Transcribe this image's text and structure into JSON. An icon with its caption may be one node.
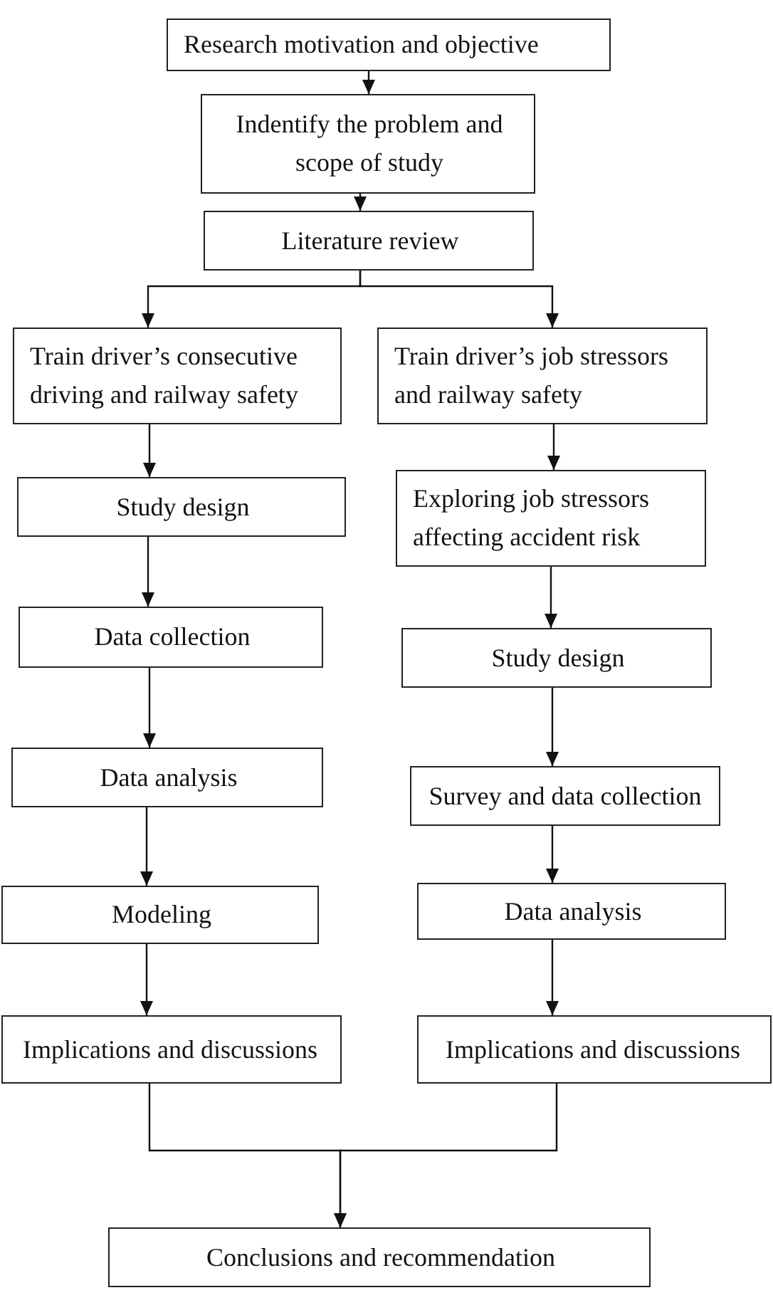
{
  "diagram": {
    "nodes": [
      {
        "text": [
          "Research motivation and objective"
        ]
      },
      {
        "text": [
          "Indentify the problem and scope of study"
        ]
      },
      {
        "text": [
          "Literature review"
        ]
      },
      {
        "text": [
          "Train driver’s consecutive driving and railway safety"
        ]
      },
      {
        "text": [
          "Train driver’s job stressors and railway safety"
        ]
      },
      {
        "text": [
          "Study design"
        ]
      },
      {
        "text": [
          "Exploring job stressors affecting accident risk"
        ]
      },
      {
        "text": [
          "Data collection"
        ]
      },
      {
        "text": [
          "Study design"
        ]
      },
      {
        "text": [
          "Data analysis"
        ]
      },
      {
        "text": [
          "Survey and data collection"
        ]
      },
      {
        "text": [
          "Modeling"
        ]
      },
      {
        "text": [
          "Data analysis"
        ]
      },
      {
        "text": [
          "Implications and discussions"
        ]
      },
      {
        "text": [
          "Implications and discussions"
        ]
      },
      {
        "text": [
          "Conclusions and recommendation"
        ]
      }
    ],
    "edges": [
      {
        "from": 0,
        "to": 1,
        "arrow": "to"
      },
      {
        "from": 1,
        "to": 2,
        "arrow": "to"
      },
      {
        "from": 2,
        "to": 3,
        "arrow": "to"
      },
      {
        "from": 2,
        "to": 4,
        "arrow": "to"
      },
      {
        "from": 3,
        "to": 5,
        "arrow": "to"
      },
      {
        "from": 5,
        "to": 7,
        "arrow": "to"
      },
      {
        "from": 7,
        "to": 9,
        "arrow": "to"
      },
      {
        "from": 9,
        "to": 11,
        "arrow": "to"
      },
      {
        "from": 11,
        "to": 13,
        "arrow": "to"
      },
      {
        "from": 4,
        "to": 6,
        "arrow": "to"
      },
      {
        "from": 6,
        "to": 8,
        "arrow": "to"
      },
      {
        "from": 8,
        "to": 10,
        "arrow": "to"
      },
      {
        "from": 10,
        "to": 12,
        "arrow": "to"
      },
      {
        "from": 12,
        "to": 14,
        "arrow": "to"
      },
      {
        "from": 13,
        "to": 15,
        "arrow": "to"
      },
      {
        "from": 14,
        "to": 15,
        "arrow": "to"
      }
    ]
  }
}
